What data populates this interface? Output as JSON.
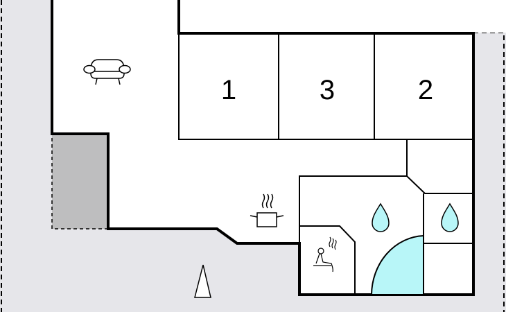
{
  "floorplan": {
    "rooms": [
      {
        "label": "1",
        "type": "bedroom"
      },
      {
        "label": "3",
        "type": "bedroom"
      },
      {
        "label": "2",
        "type": "bedroom"
      }
    ],
    "icons": [
      "sofa-icon",
      "cooking-pot-icon",
      "sauna-icon",
      "water-drop-icon",
      "water-drop-icon",
      "north-arrow-icon"
    ],
    "colors": {
      "outside": "#e6e6ea",
      "interior": "#ffffff",
      "terrace": "#bebebf",
      "water": "#b8f6f8",
      "wall": "#000000"
    }
  }
}
